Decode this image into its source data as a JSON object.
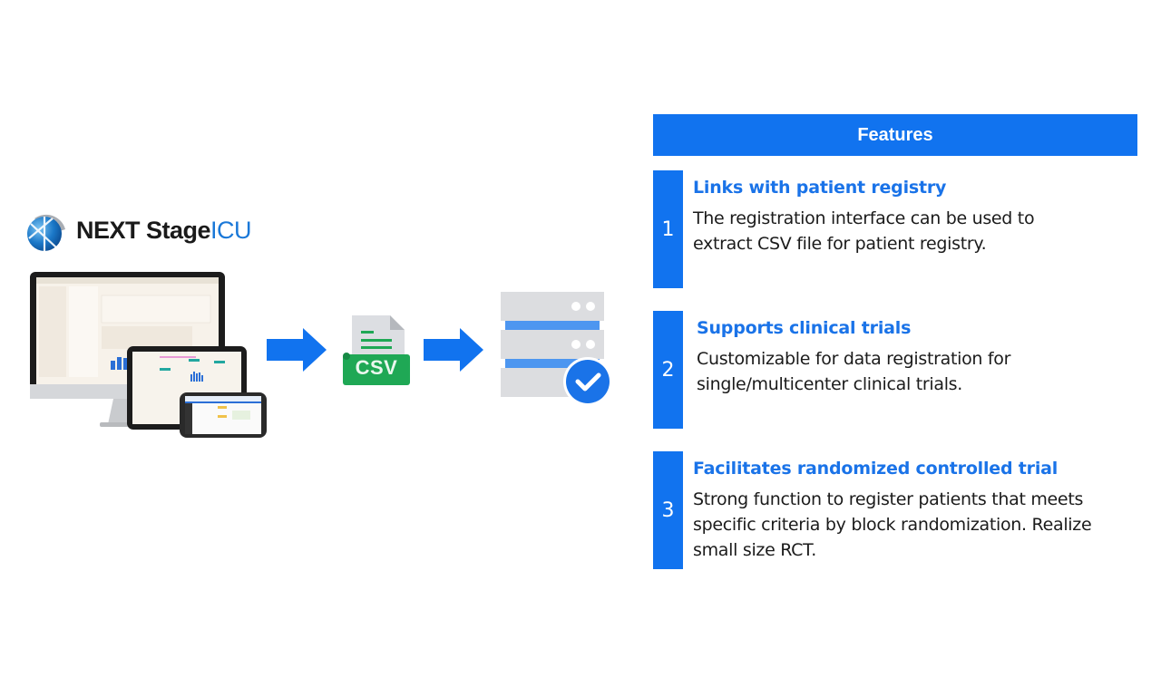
{
  "logo": {
    "brand_main": "NEXT Stage",
    "brand_accent": "ICU"
  },
  "flow": {
    "steps": [
      "devices-icon",
      "arrow-right-icon",
      "csv-file-icon",
      "arrow-right-icon",
      "database-check-icon"
    ],
    "csv_label": "CSV"
  },
  "features": {
    "header": "Features",
    "items": [
      {
        "number": "1",
        "title": "Links with patient registry",
        "description": "The registration interface can be used to extract CSV file for patient registry."
      },
      {
        "number": "2",
        "title": "Supports clinical trials",
        "description": "Customizable for data registration for single/multicenter clinical trials."
      },
      {
        "number": "3",
        "title": "Facilitates randomized controlled trial",
        "description": "Strong function to register patients that meets specific criteria by block randomization. Realize small size RCT."
      }
    ]
  },
  "colors": {
    "accent_blue": "#1173ef",
    "title_blue": "#1a73e8",
    "csv_green": "#1fa855",
    "server_gray": "#dcdde0",
    "server_stripe": "#4d96f0"
  }
}
